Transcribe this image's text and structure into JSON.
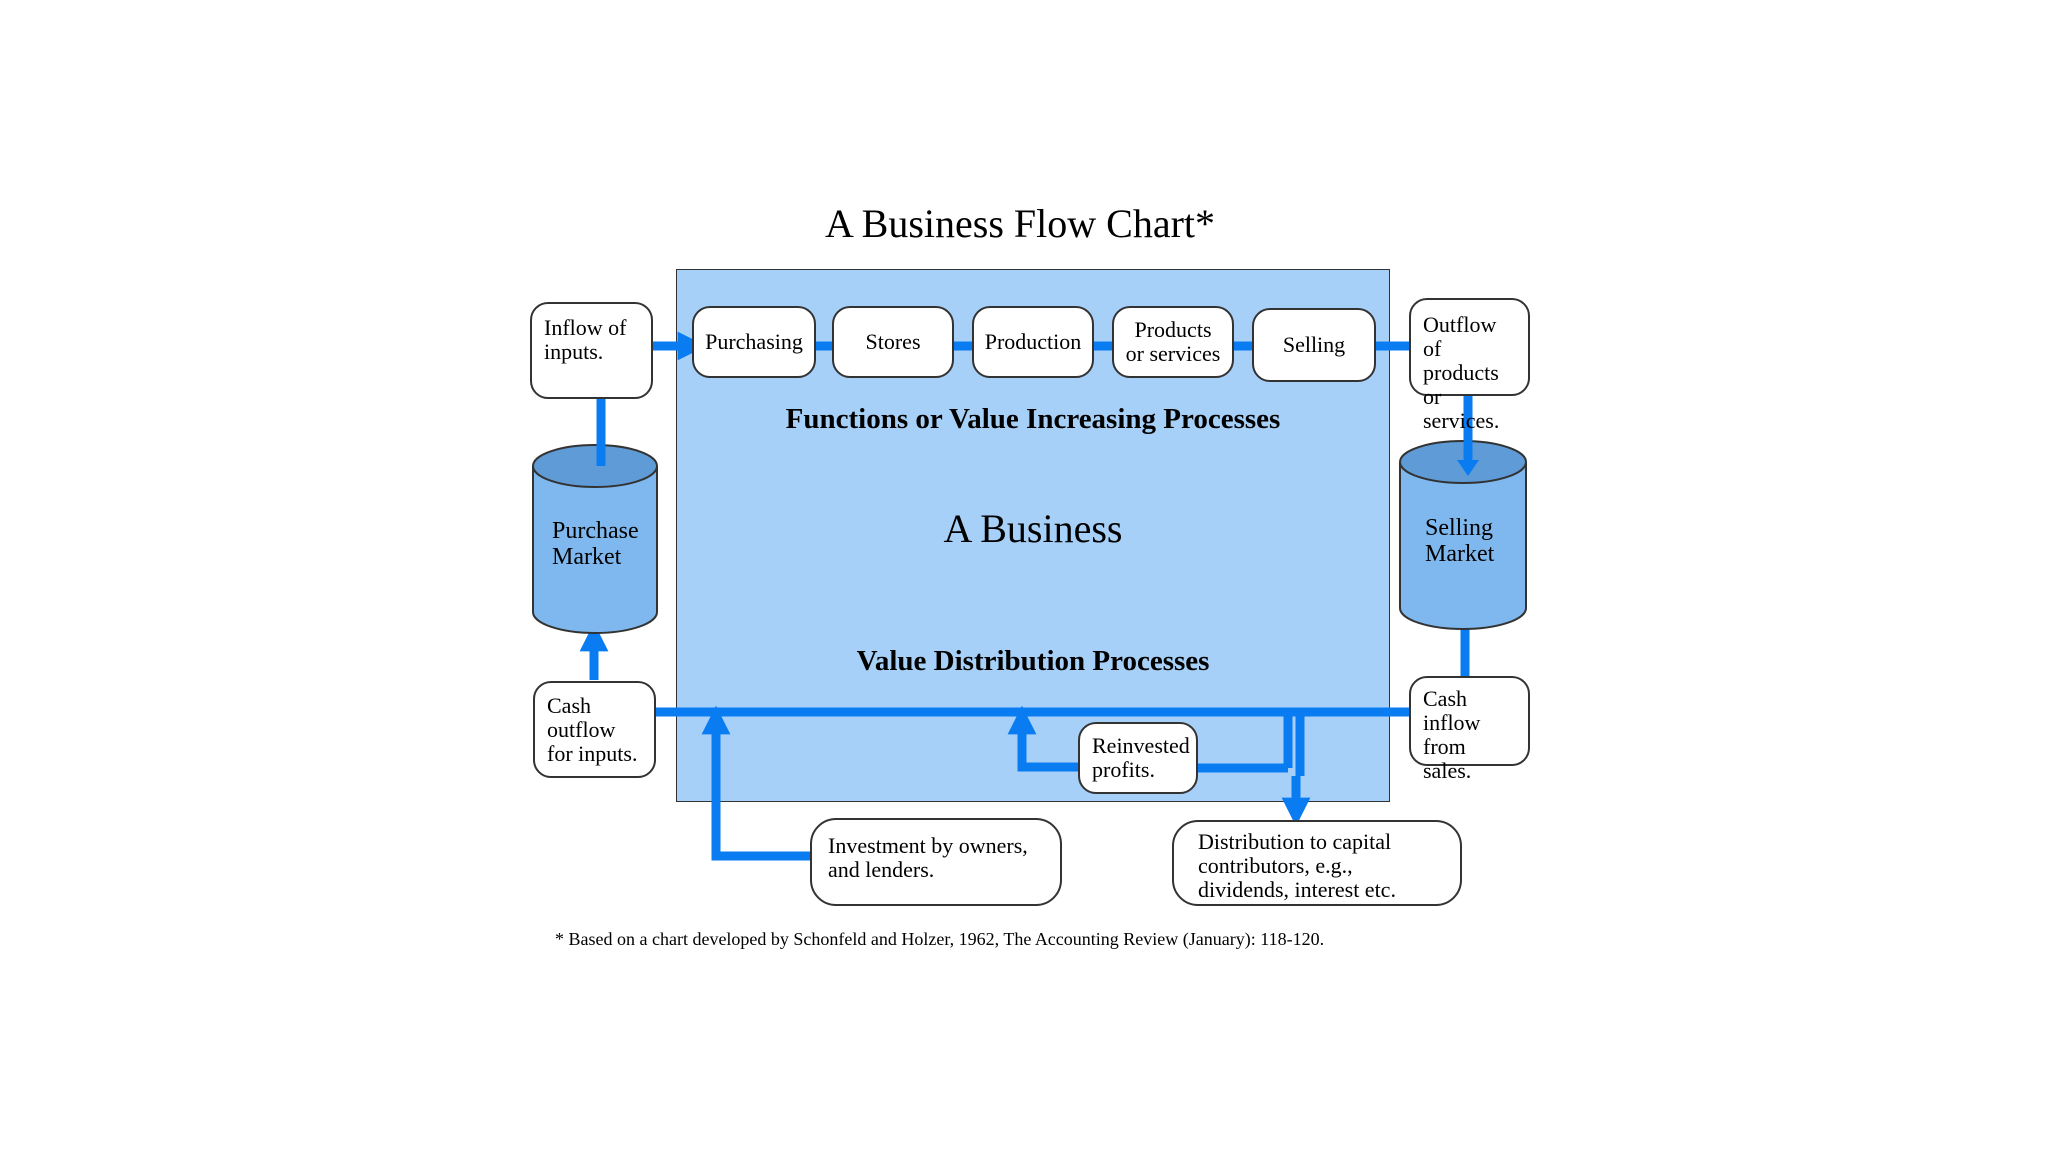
{
  "title": "A Business Flow Chart*",
  "business": {
    "functions_heading": "Functions or Value Increasing Processes",
    "name": "A Business",
    "distribution_heading": "Value Distribution Processes"
  },
  "processes": [
    "Purchasing",
    "Stores",
    "Production",
    "Products\nor services",
    "Selling"
  ],
  "nodes": {
    "inflow_inputs": "Inflow of\ninputs.",
    "outflow_products": "Outflow of\nproducts or\nservices.",
    "cash_outflow": "Cash\noutflow\nfor inputs.",
    "cash_inflow": "Cash\ninflow\nfrom sales.",
    "reinvested": "Reinvested\nprofits.",
    "investment": "Investment by owners,\nand lenders.",
    "distribution": "Distribution to capital\ncontributors, e.g.,\ndividends, interest etc."
  },
  "markets": {
    "purchase": "Purchase\nMarket",
    "selling": "Selling\nMarket"
  },
  "footnote": "* Based on a chart developed by Schonfeld and Holzer, 1962, The Accounting Review (January): 118-120.",
  "colors": {
    "flow": "#0a7cf2",
    "business_fill": "#a6d0f8",
    "cylinder_fill": "#7fb8ee",
    "cylinder_top": "#5f9bd6"
  }
}
